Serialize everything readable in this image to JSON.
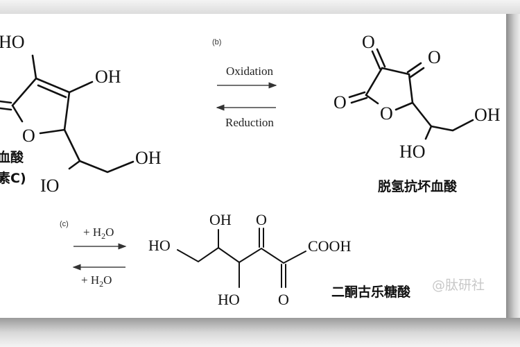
{
  "panel_b": {
    "label": "(b)",
    "forward_label": "Oxidation",
    "reverse_label": "Reduction"
  },
  "panel_c": {
    "label": "(c)",
    "forward_label_prefix": "+ H",
    "forward_label_sub": "2",
    "forward_label_suffix": "O",
    "reverse_label_prefix": "+ H",
    "reverse_label_sub": "2",
    "reverse_label_suffix": "O"
  },
  "ascorbic_acid": {
    "group_ho_top": "HO",
    "group_oh_right": "OH",
    "ring_oxygen": "O",
    "group_oh_chain": "OH",
    "group_ho_chain": "IO",
    "name_line1": "血酸",
    "name_line2": "素C)"
  },
  "dehydroascorbic_acid": {
    "oxygen_top": "O",
    "oxygen_right": "O",
    "oxygen_left": "O",
    "ring_oxygen": "O",
    "group_oh": "OH",
    "group_ho": "HO",
    "name": "脱氢抗坏血酸"
  },
  "diketogulonic_acid": {
    "group_ho_left": "HO",
    "group_oh_top": "OH",
    "oxygen_top": "O",
    "group_cooh": "COOH",
    "group_ho_bottom": "HO",
    "oxygen_bottom": "O",
    "name": "二酮古乐糖酸"
  },
  "watermark": "@肽研社"
}
